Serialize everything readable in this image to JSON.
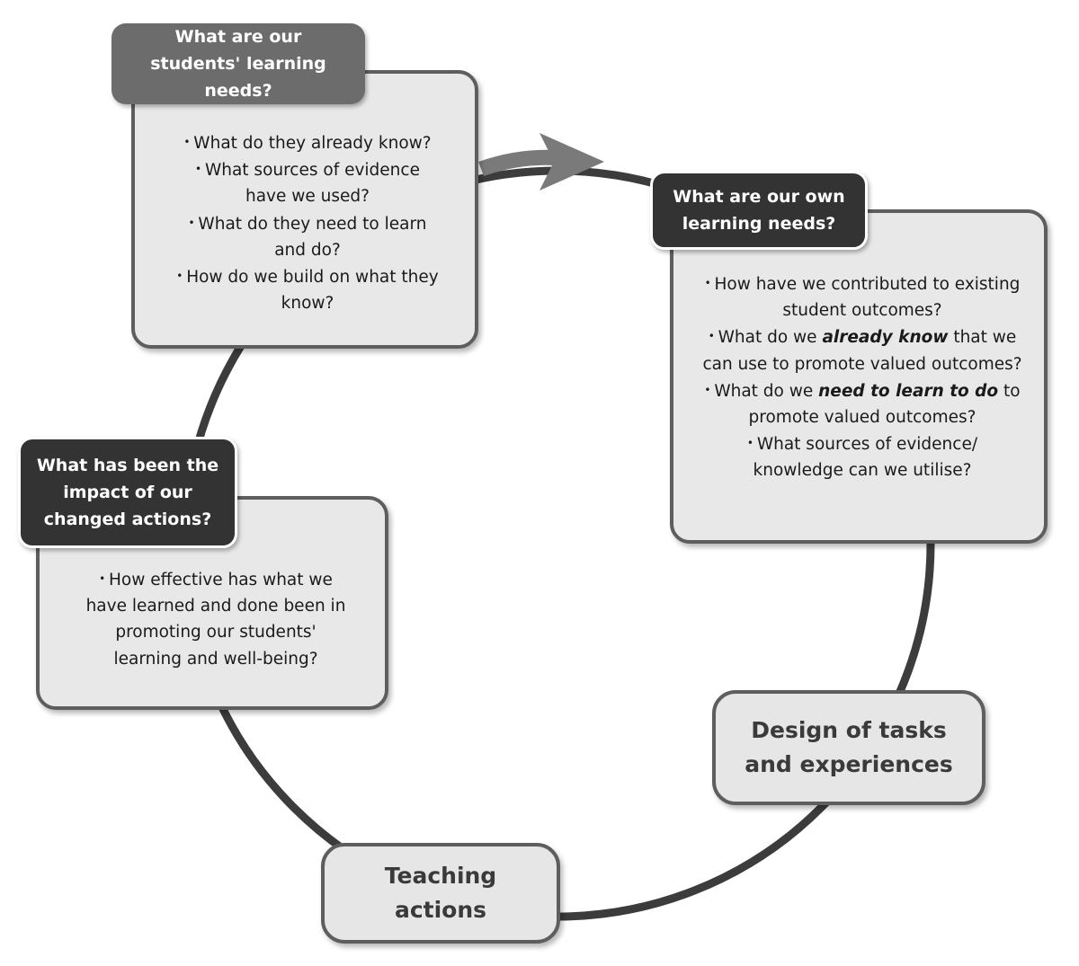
{
  "students_needs": {
    "heading": "What are our students' learning needs?",
    "bullets": [
      "What do they already know?",
      "What sources of evidence have we used?",
      "What do they need to learn and do?",
      "How do we build on what they know?"
    ]
  },
  "own_needs": {
    "heading": "What are our own learning needs?",
    "bullet1": "How have we contributed to existing student outcomes?",
    "bullet2_before": "What do we ",
    "bullet2_emph": "already know",
    "bullet2_after": " that we can use to promote valued outcomes?",
    "bullet3_before": "What do we ",
    "bullet3_emph": "need to learn to do",
    "bullet3_after": " to promote valued outcomes?",
    "bullet4": "What sources of evidence/ knowledge can we utilise?"
  },
  "impact": {
    "heading": "What has been the impact of our changed actions?",
    "bullets": [
      "How effective has what we have learned and done been in promoting our students' learning and well-being?"
    ]
  },
  "design_label": "Design of tasks and experiences",
  "teaching_label": "Teaching actions",
  "colors": {
    "cycle_line": "#3c3c3c",
    "arrow": "#7a7a7a",
    "box_fill": "#e8e8e8",
    "box_border": "#5e5e5e",
    "tag_dark": "#333333",
    "tag_grey": "#6c6c6c"
  }
}
